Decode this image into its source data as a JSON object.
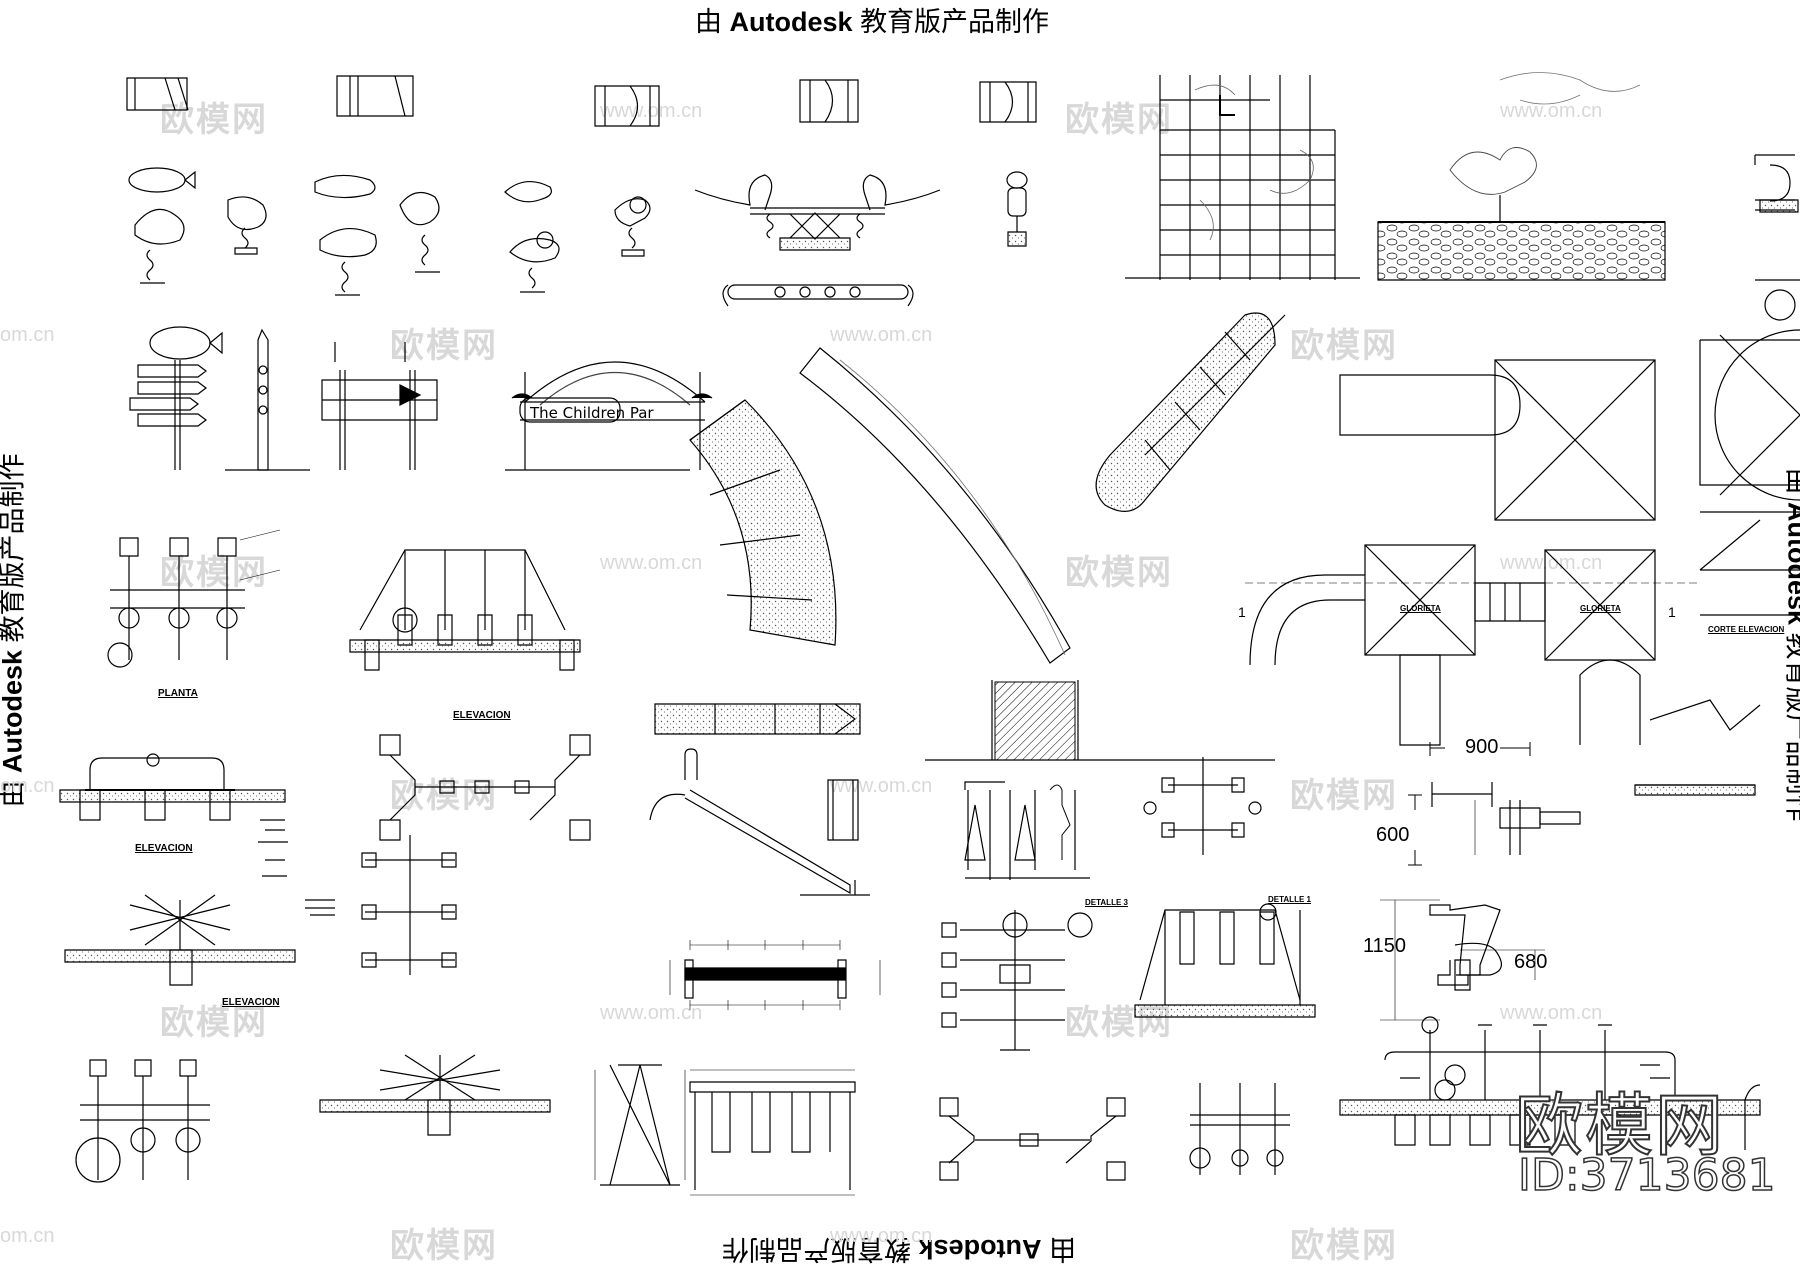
{
  "watermark_header": {
    "prefix": "由",
    "brand": "Autodesk",
    "suffix": "教育版产品制作"
  },
  "watermarks": {
    "cn": "欧模网",
    "url": "www.om.cn",
    "url_short": "om.cn"
  },
  "brand_badge": {
    "name": "欧模网",
    "id": "ID:3713681"
  },
  "sign_text": "The Children Par",
  "drawing_labels": {
    "planta": "PLANTA",
    "elevacion": "ELEVACION",
    "glorieta": "GLORIETA",
    "detalle_1": "DETALLE 1",
    "detalle_3": "DETALLE 3",
    "corte": "CORTE ELEVACION"
  },
  "dimensions": {
    "d900": "900",
    "d600": "600",
    "d1150": "1150",
    "d680": "680",
    "sec1": "1"
  }
}
